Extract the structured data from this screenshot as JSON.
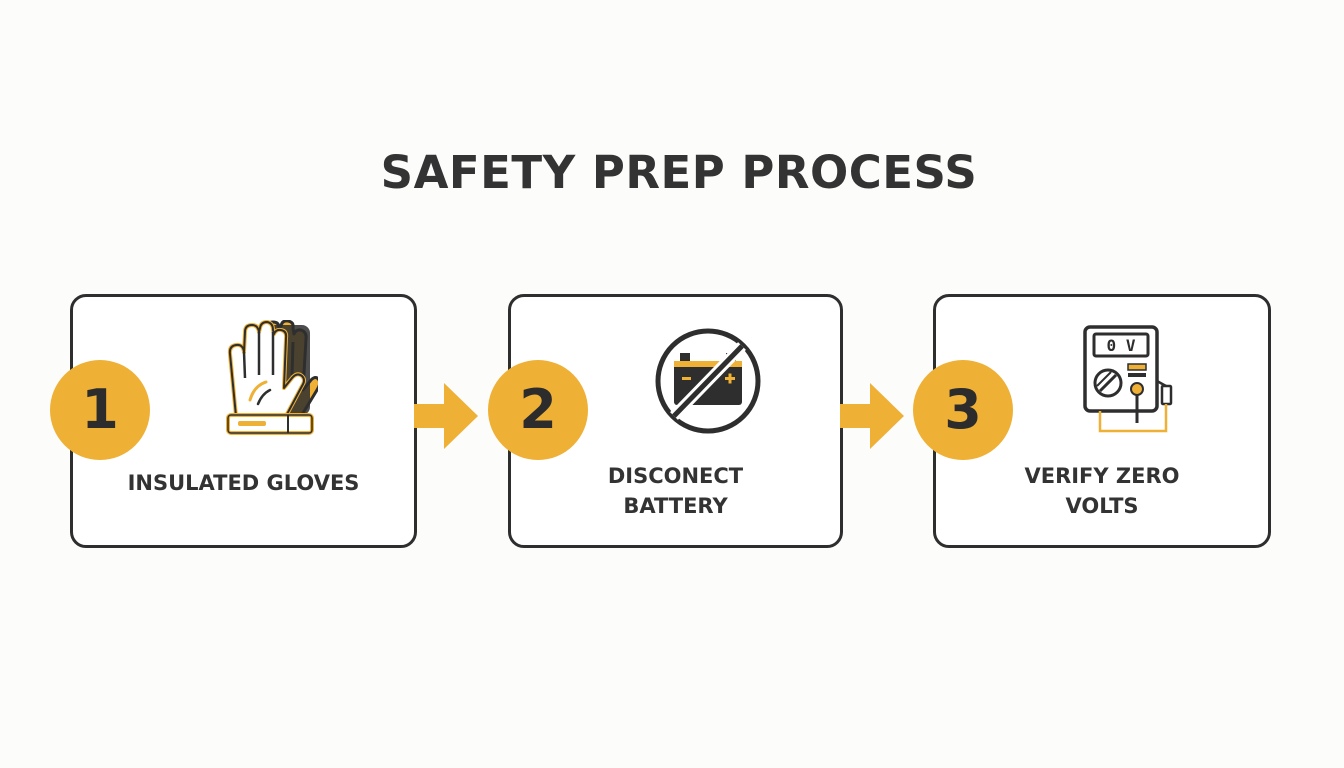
{
  "title": "SAFETY PREP PROCESS",
  "steps": [
    {
      "number": "1",
      "label_lines": [
        "INSULATED GLOVES"
      ],
      "icon": "insulated-gloves-icon"
    },
    {
      "number": "2",
      "label_lines": [
        "DISCONECT",
        "BATTERY"
      ],
      "icon": "battery-disconnect-icon"
    },
    {
      "number": "3",
      "label_lines": [
        "VERIFY ZERO",
        "VOLTS"
      ],
      "icon": "multimeter-icon"
    }
  ],
  "meter_display": "0 V",
  "colors": {
    "accent": "#efb036",
    "outline": "#2e2e2e",
    "text": "#333333",
    "background": "#fcfcfb"
  }
}
